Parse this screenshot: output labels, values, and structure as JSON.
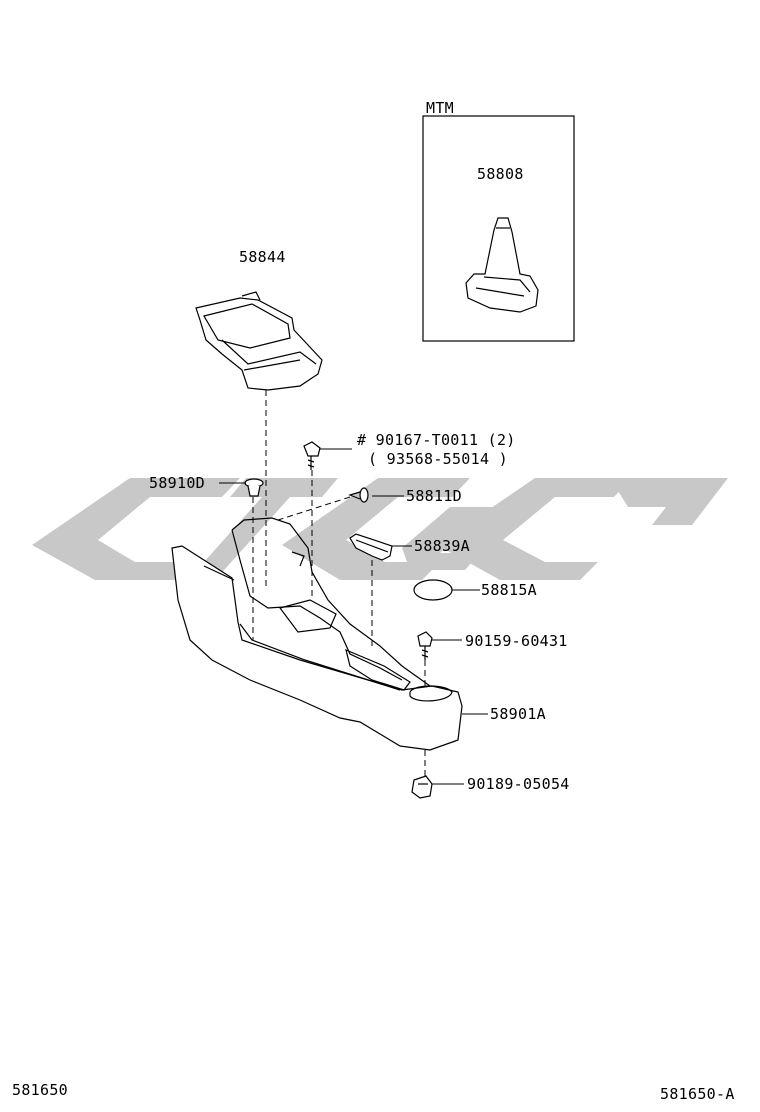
{
  "inset": {
    "title": "MTM",
    "part": "58808"
  },
  "parts": {
    "p58844": "58844",
    "p90167": "# 90167-T0011 (2)",
    "p93568": "( 93568-55014 )",
    "p58910D": "58910D",
    "p58811D": "58811D",
    "p58839A": "58839A",
    "p58815A": "58815A",
    "p90159": "90159-60431",
    "p58901A": "58901A",
    "p90189": "90189-05054"
  },
  "footer": {
    "left": "581650",
    "right": "581650-A"
  },
  "colors": {
    "watermark": "#c8c8c8",
    "line": "#000000",
    "fill": "#ffffff"
  }
}
